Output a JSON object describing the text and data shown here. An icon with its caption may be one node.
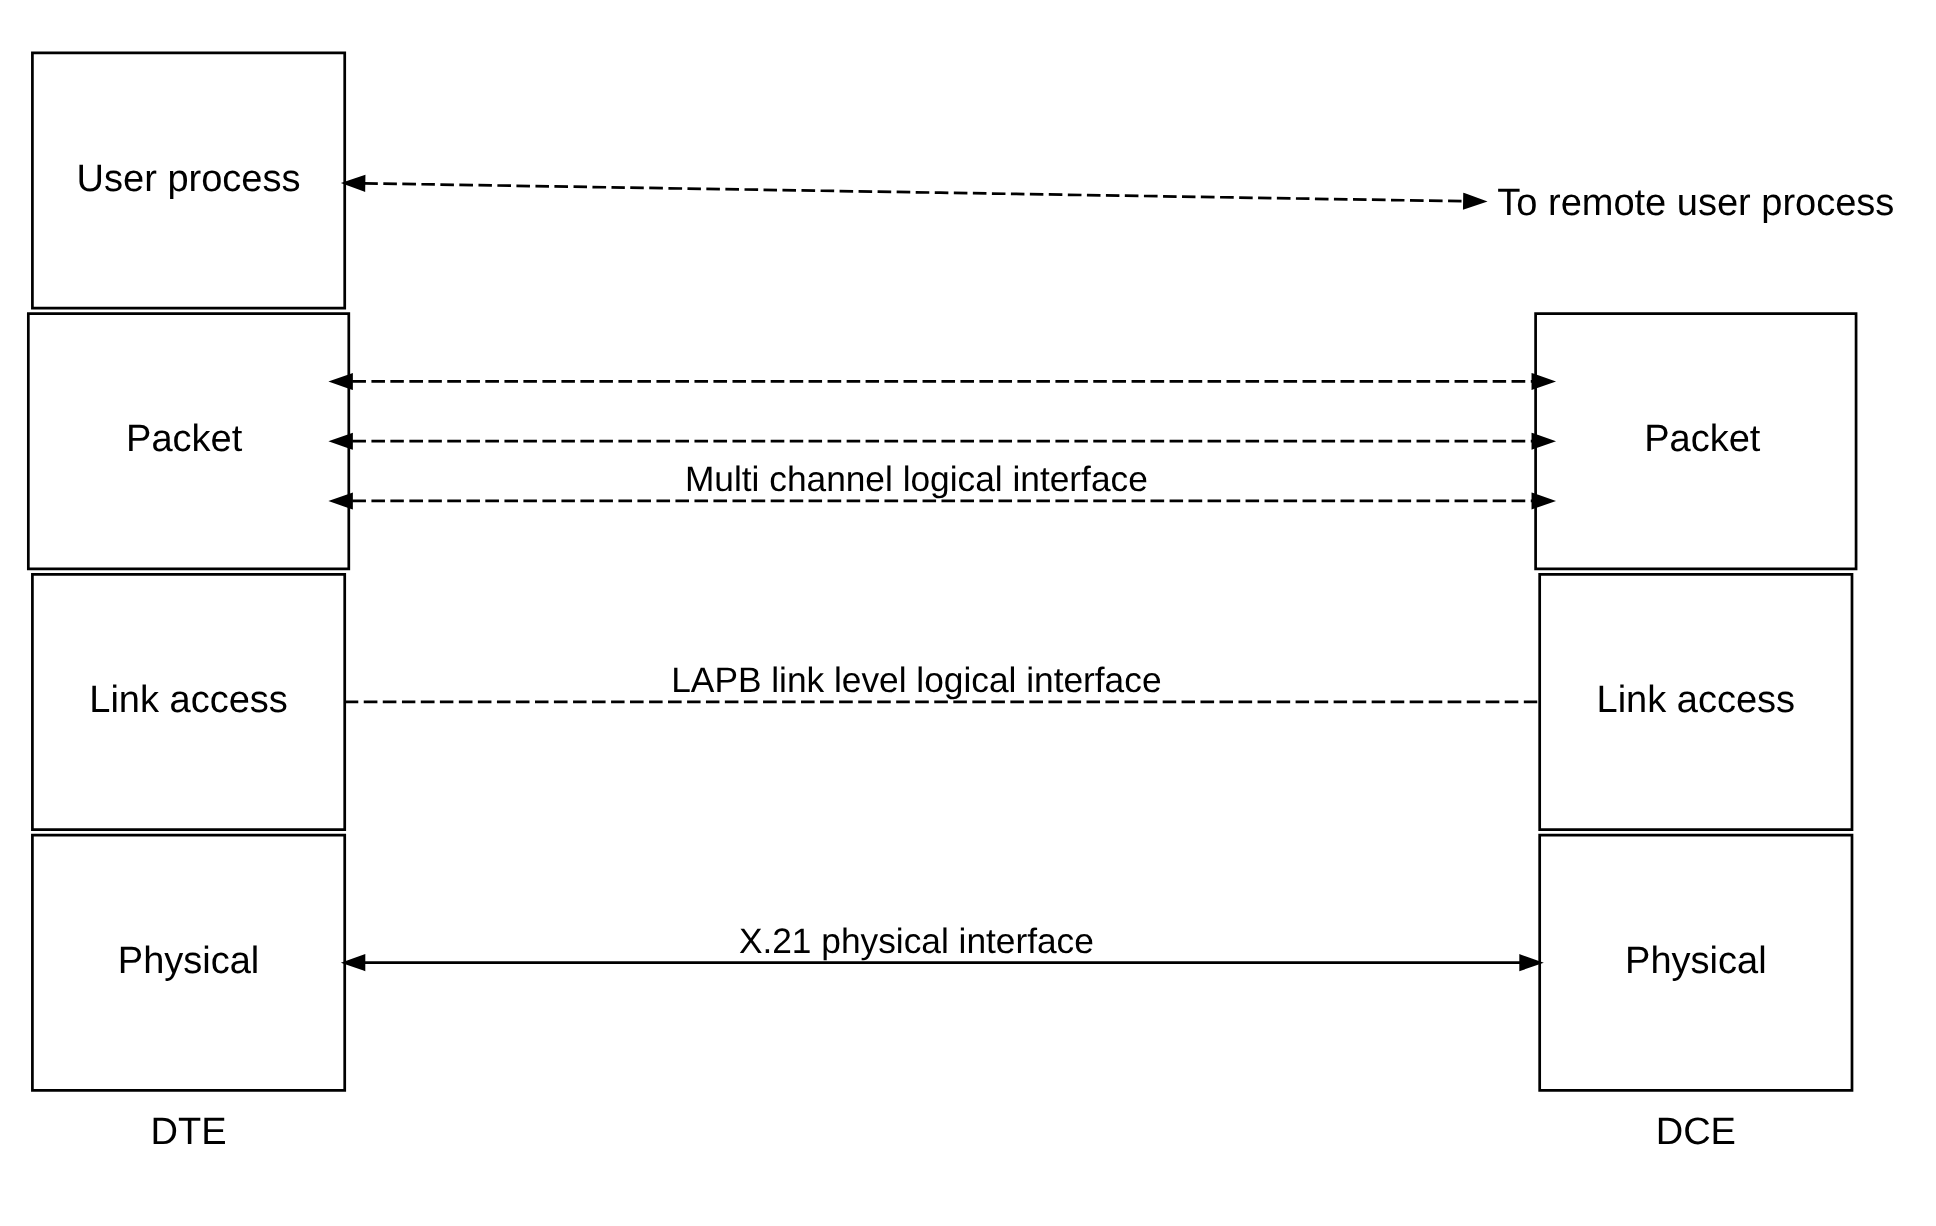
{
  "diagram": {
    "nodes": [
      {
        "text": [
          "User process"
        ]
      },
      {
        "text": [
          "Packet"
        ]
      },
      {
        "text": [
          "Link access"
        ]
      },
      {
        "text": [
          "Physical"
        ]
      },
      {
        "text": [
          "Packet"
        ]
      },
      {
        "text": [
          "Link access"
        ]
      },
      {
        "text": [
          "Physical"
        ]
      },
      {
        "text": [
          "To remote user process"
        ]
      }
    ],
    "edges": [
      {
        "from": 0,
        "to": 7,
        "arrow": "both",
        "style": "dashed"
      },
      {
        "from": 1,
        "to": 4,
        "arrow": "both",
        "style": "dashed"
      },
      {
        "from": 1,
        "to": 4,
        "arrow": "both",
        "style": "dashed"
      },
      {
        "from": 1,
        "to": 4,
        "arrow": "both",
        "style": "dashed",
        "label": "Multi channel logical interface"
      },
      {
        "from": 2,
        "to": 5,
        "arrow": "none",
        "style": "dashed",
        "label": "LAPB link level logical interface"
      },
      {
        "from": 3,
        "to": 6,
        "arrow": "both",
        "label": "X.21 physical interface"
      }
    ],
    "labels": [
      "DTE",
      "DCE"
    ]
  }
}
